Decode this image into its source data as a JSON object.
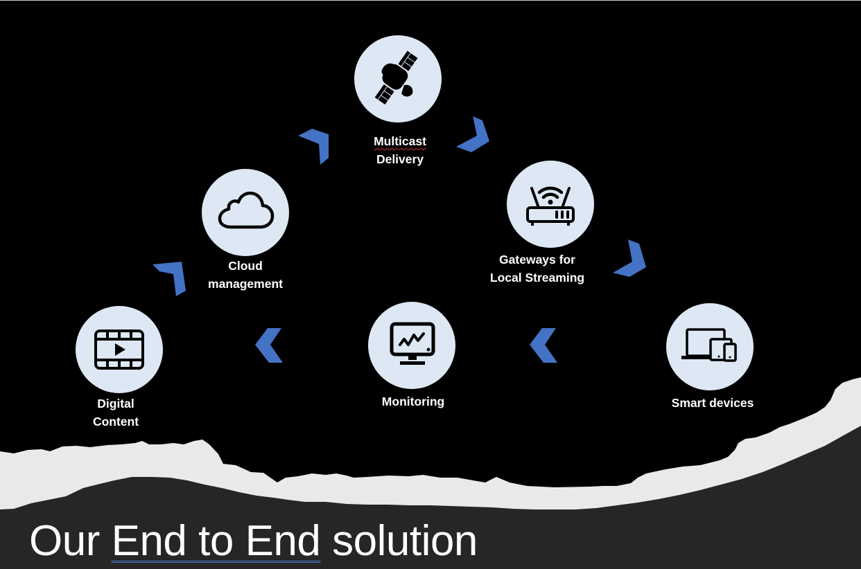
{
  "slide": {
    "title": {
      "prefix": "Our ",
      "linked": "End to End",
      "suffix": " solution"
    },
    "colors": {
      "background": "#000000",
      "circle_fill": "#dde8f4",
      "arrow": "#4472c4",
      "paper": "#efefef",
      "footer": "#262626",
      "label_text": "#ffffff"
    },
    "nodes": [
      {
        "id": "digital-content",
        "icon": "film-play-icon",
        "lines": [
          "Digital",
          "Content"
        ]
      },
      {
        "id": "cloud-management",
        "icon": "cloud-icon",
        "lines": [
          "Cloud",
          "management"
        ]
      },
      {
        "id": "multicast-delivery",
        "icon": "satellite-icon",
        "lines": [
          "Multicast",
          "Delivery"
        ]
      },
      {
        "id": "gateways",
        "icon": "router-icon",
        "lines": [
          "Gateways for",
          "Local Streaming"
        ]
      },
      {
        "id": "smart-devices",
        "icon": "devices-icon",
        "lines": [
          "Smart devices"
        ]
      },
      {
        "id": "monitoring",
        "icon": "monitor-chart-icon",
        "lines": [
          "Monitoring"
        ]
      }
    ],
    "flow": [
      {
        "from": "digital-content",
        "to": "cloud-management",
        "direction": "up-right"
      },
      {
        "from": "cloud-management",
        "to": "multicast-delivery",
        "direction": "up-right"
      },
      {
        "from": "multicast-delivery",
        "to": "gateways",
        "direction": "down-right"
      },
      {
        "from": "gateways",
        "to": "smart-devices",
        "direction": "down-right"
      },
      {
        "from": "smart-devices",
        "to": "monitoring",
        "direction": "left"
      },
      {
        "from": "monitoring",
        "to": "digital-content",
        "direction": "left"
      }
    ]
  }
}
